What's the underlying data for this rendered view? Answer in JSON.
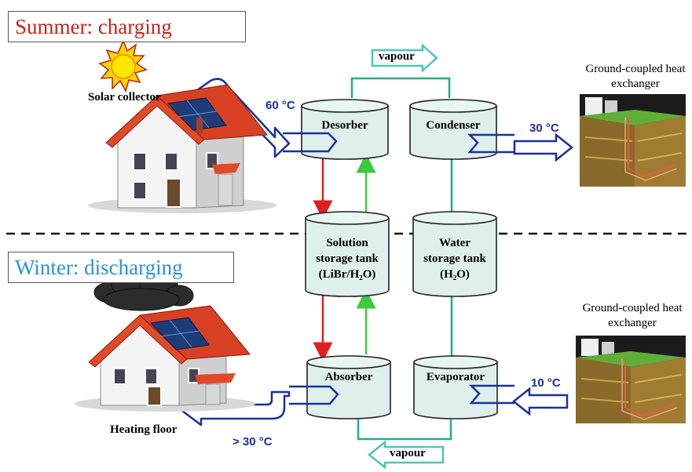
{
  "summer": {
    "title": "Summer: charging",
    "title_color": "#d0201a",
    "solar_label": "Solar collector",
    "ghx_label": "Ground-coupled heat exchanger",
    "temp_in": "60 °C",
    "temp_out": "30 °C",
    "vapour": "vapour"
  },
  "winter": {
    "title": "Winter: discharging",
    "title_color": "#2f8fd8",
    "floor_label": "Heating floor",
    "ghx_label": "Ground-coupled heat exchanger",
    "temp_in": "10 °C",
    "temp_out": "> 30 °C",
    "vapour": "vapour"
  },
  "tanks": {
    "desorber": "Desorber",
    "condenser": "Condenser",
    "solution_line1": "Solution",
    "solution_line2": "storage tank",
    "solution_line3": "(LiBr/H₂O)",
    "water_line1": "Water",
    "water_line2": "storage tank",
    "water_line3": "(H₂O)",
    "absorber": "Absorber",
    "evaporator": "Evaporator"
  },
  "colors": {
    "tank_fill": "#dff0ec",
    "pipe_teal": "#1fb08a",
    "arrow_red": "#e02020",
    "arrow_green": "#3ccb3c",
    "blue_pipe": "#1a2fa0",
    "vapour_arrow": "#4dc7b4"
  }
}
